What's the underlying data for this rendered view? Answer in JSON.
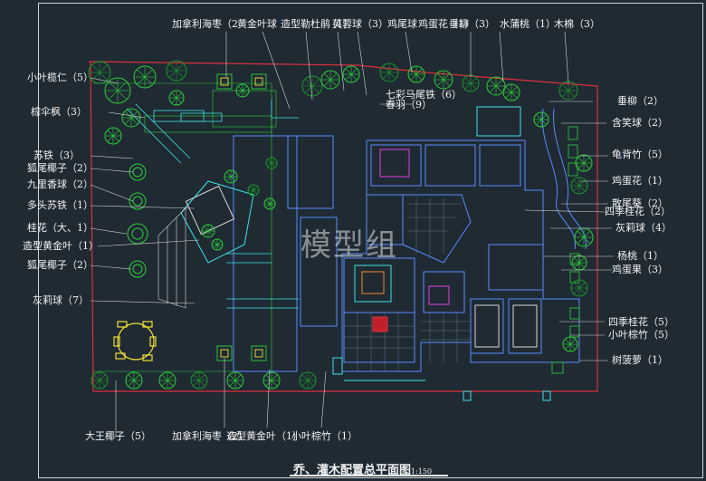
{
  "labels": {
    "top_1": "加拿利海枣（2",
    "top_2": "黄金叶球",
    "top_3": "造型勒杜鹃",
    "top_4": "（1）",
    "top_5": "芙蓉球（3）",
    "top_6": "鸡尾球",
    "top_7": "鸡蛋花（1）",
    "top_8": "垂柳（3）",
    "top_9": "水蒲桃（1）",
    "top_10": "木棉（3）",
    "left_1": "小叶榄仁（5）",
    "left_2": "棕伞枫（3）",
    "left_3": "苏铁（3）",
    "left_4": "狐尾椰子（2）",
    "left_5": "九里香球（2）",
    "left_6": "多头苏铁（1）",
    "left_7": "桂花（大、1）",
    "left_8": "造型黄金叶（1）",
    "left_9": "狐尾椰子（2）",
    "left_10": "灰莉球（7）",
    "inner_1": "七彩马尾铁（6）",
    "inner_2": "春羽（9）",
    "right_1": "垂柳（2）",
    "right_2": "含笑球（2）",
    "right_3": "龟背竹（5）",
    "right_4": "鸡蛋花（1）",
    "right_5": "散尾葵（2）",
    "right_6": "四季桂花（2）",
    "right_7": "灰莉球（4）",
    "right_8": "杨桃（1）",
    "right_9": "鸡蛋果（3）",
    "right_10": "四季桂花（5）",
    "right_11": "小叶棕竹（5）",
    "right_12": "树菠萝（1）",
    "bottom_1": "大王椰子（5）",
    "bottom_2": "加拿利海枣（2）",
    "bottom_3": "造型黄金叶（1）",
    "bottom_4": "小叶棕竹（1）"
  },
  "title": "乔、灌木配置总平面图",
  "scale": "1:150",
  "watermark": "模型组",
  "colors": {
    "background": "#1f2a33",
    "tree": "#2fd13a",
    "tree_dark": "#1d9a2a",
    "leader": "#d8d8d8",
    "building": "#5b8cff",
    "red_line": "#e0303a",
    "cyan": "#3fe3e6",
    "magenta": "#e040e0",
    "yellow": "#f1e23a",
    "orange": "#f08a2a"
  }
}
